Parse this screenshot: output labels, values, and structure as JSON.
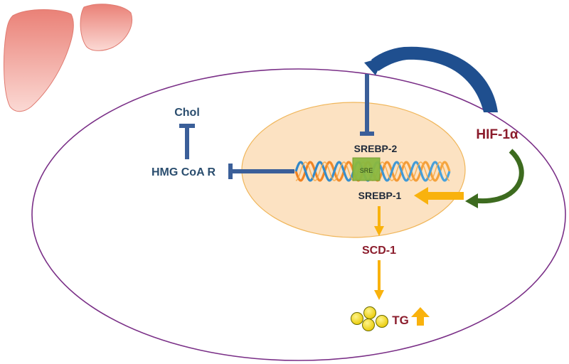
{
  "labels": {
    "chol": "Chol",
    "hmg_coa_r": "HMG CoA R",
    "srebp2": "SREBP-2",
    "srebp1": "SREBP-1",
    "sre": "SRE",
    "hif1a": "HIF-1α",
    "scd1": "SCD-1",
    "tg": "TG"
  },
  "colors": {
    "blue": "#3b5f99",
    "dark_blue_arrow": "#1f4f8f",
    "green_arrow": "#3d6b1f",
    "yellow": "#f9b20d",
    "dark_red": "#8b1c2c",
    "teal_text": "#2a4d6e",
    "nucleus_fill": "#fce2c2",
    "nucleus_stroke": "#f0b65a",
    "cell_stroke": "#7a2f87",
    "liver": "#ee8e86"
  },
  "icons": {
    "organ": "liver-icon",
    "lipid": "lipid-droplets-icon"
  }
}
